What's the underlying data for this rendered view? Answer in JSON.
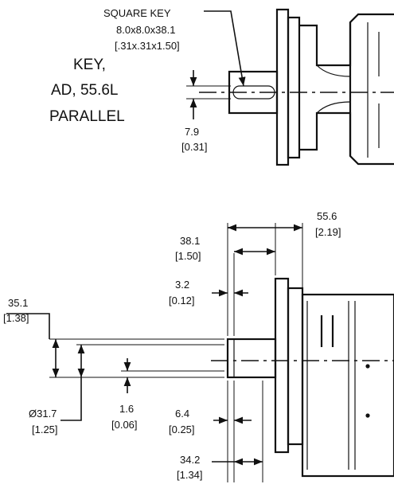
{
  "callout_note": {
    "line1": "KEY,",
    "line2": "AD, 55.6L",
    "line3": "PARALLEL"
  },
  "top_view": {
    "square_key": {
      "title": "SQUARE KEY",
      "metric": "8.0x8.0x38.1",
      "imperial": "[.31x.31x1.50]"
    },
    "key_depth": {
      "metric": "7.9",
      "imperial": "[0.31]"
    }
  },
  "side_view": {
    "overall_length": {
      "metric": "55.6",
      "imperial": "[2.19]"
    },
    "shaft_length": {
      "metric": "38.1",
      "imperial": "[1.50]"
    },
    "shoulder": {
      "metric": "3.2",
      "imperial": "[0.12]"
    },
    "height": {
      "metric": "35.1",
      "imperial": "[1.38]"
    },
    "shaft_diameter": {
      "metric": "Ø31.7",
      "imperial": "[1.25]"
    },
    "offset": {
      "metric": "1.6",
      "imperial": "[0.06]"
    },
    "relief": {
      "metric": "6.4",
      "imperial": "[0.25]"
    },
    "key_length": {
      "metric": "34.2",
      "imperial": "[1.34]"
    }
  }
}
